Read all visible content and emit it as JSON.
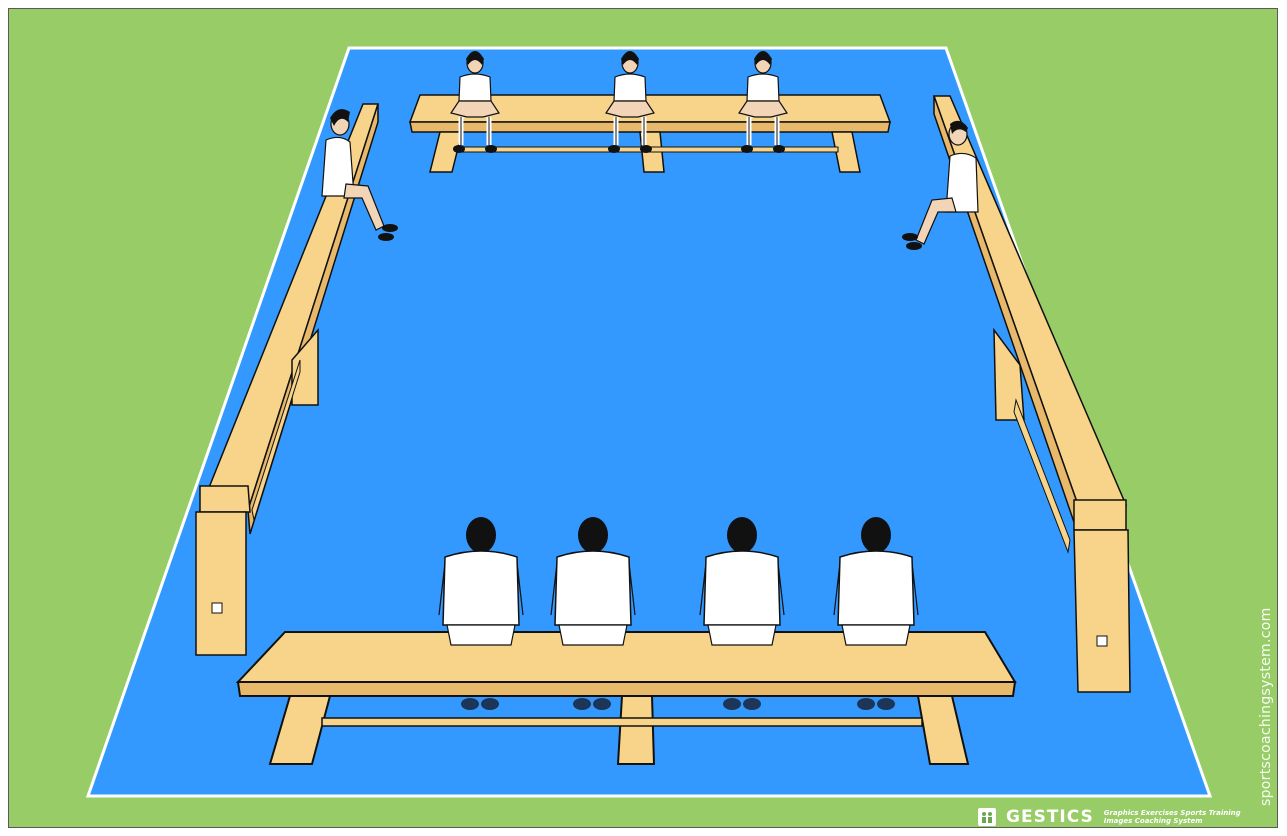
{
  "image": {
    "description_colors": {
      "grass": "#97cc66",
      "court": "#3399ff",
      "court_line": "#ffffff",
      "bench_top": "#f8d48a",
      "bench_shade": "#e8b86b",
      "outline": "#111111",
      "shirt": "#ffffff",
      "hair": "#111111",
      "skin": "#f2d4b6"
    }
  },
  "watermark": {
    "text": "sportscoachingsystem.com"
  },
  "logo": {
    "name": "GESTICS",
    "tagline_line1": "Graphics Exercises Sports Training",
    "tagline_line2": "Images Coaching System"
  },
  "benches": {
    "top": {
      "players": 3,
      "facing": "front"
    },
    "left": {
      "players": 1,
      "facing": "right"
    },
    "right": {
      "players": 1,
      "facing": "left"
    },
    "bottom": {
      "players": 4,
      "facing": "back"
    }
  }
}
